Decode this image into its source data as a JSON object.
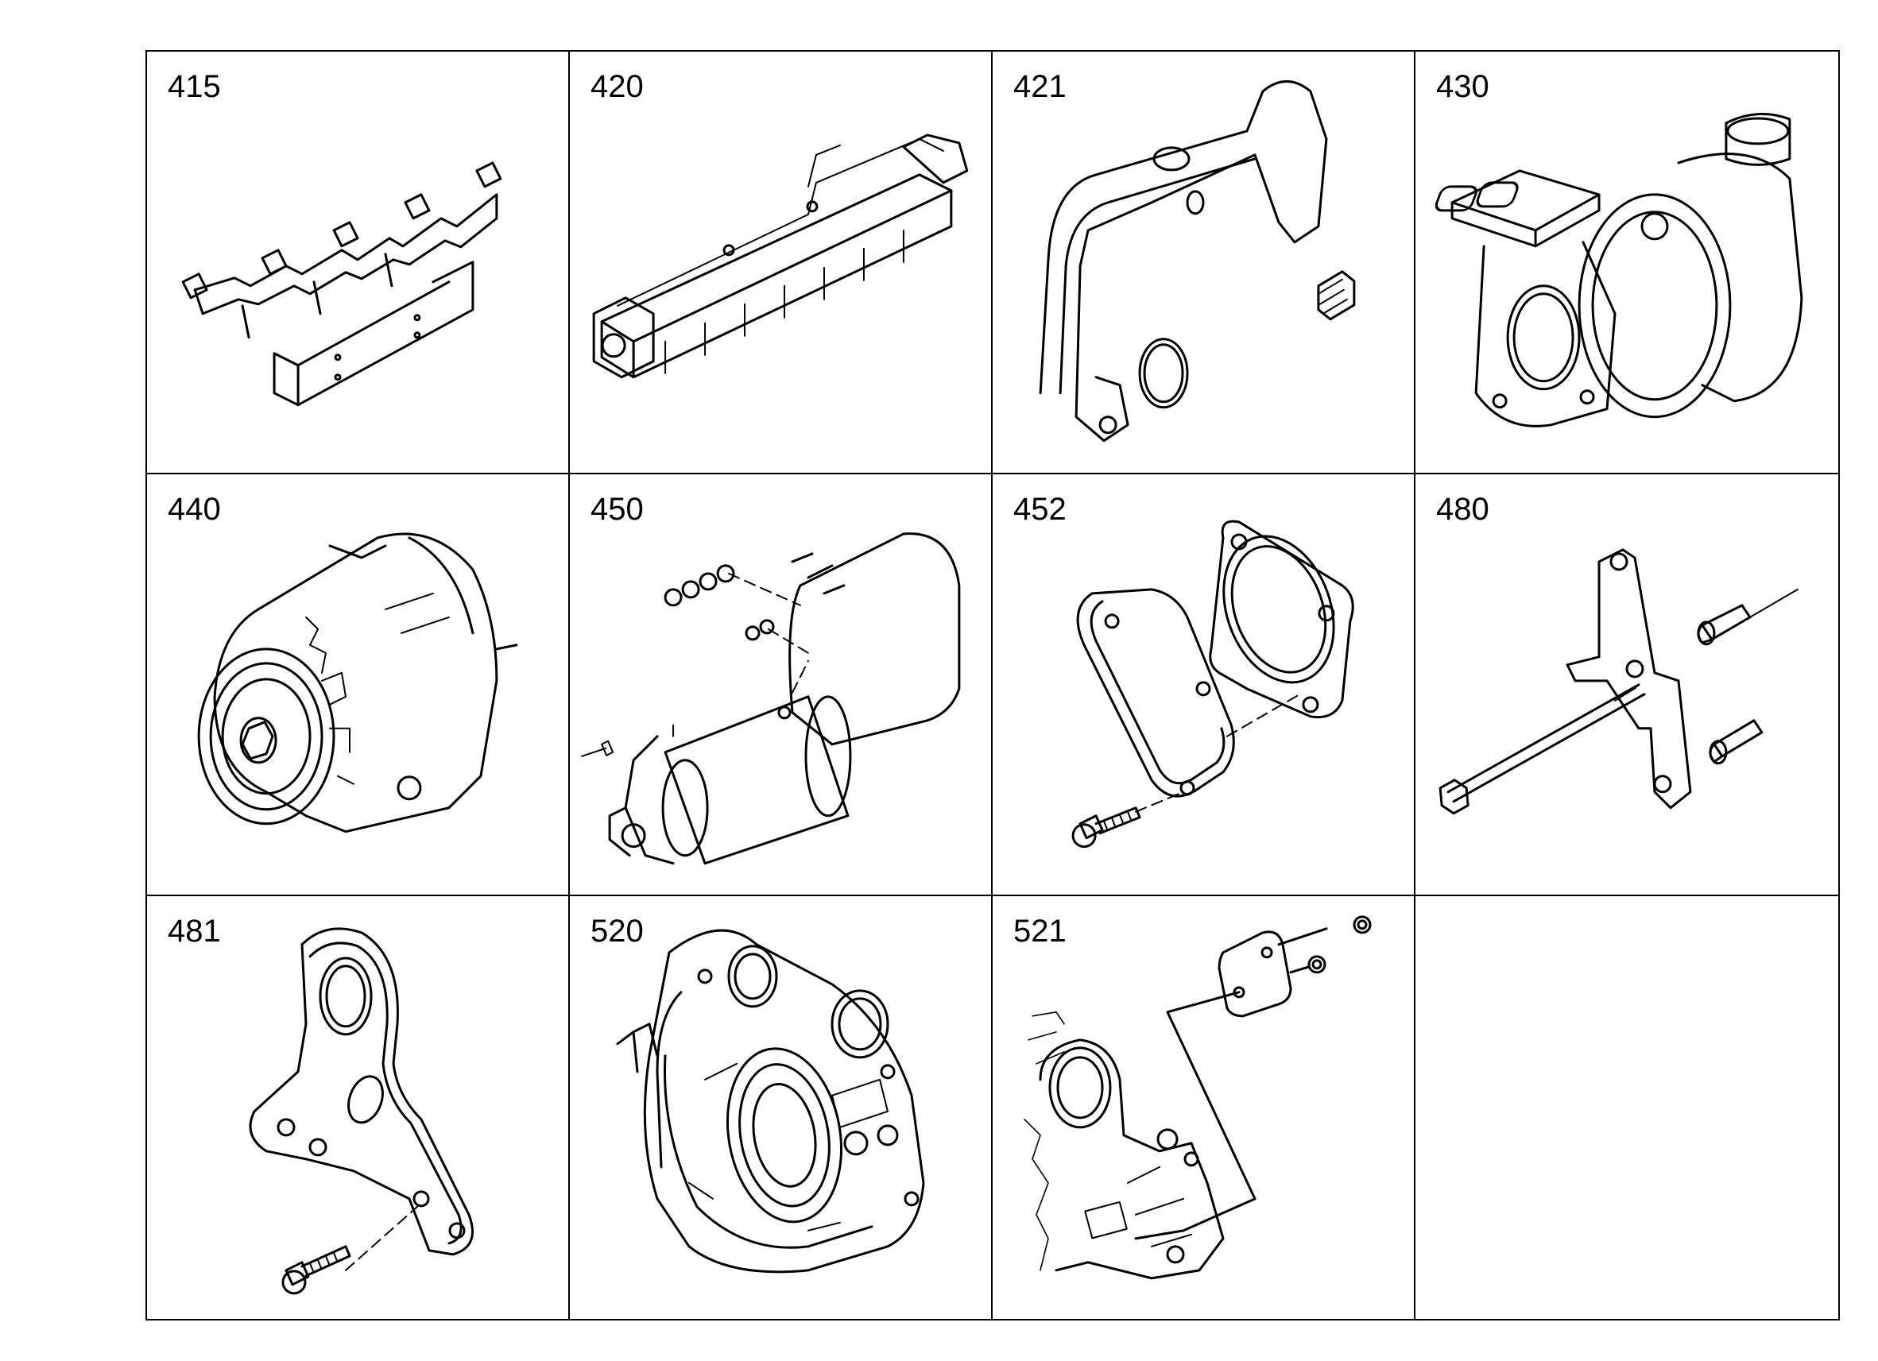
{
  "parts": [
    {
      "number": "415",
      "icon": "exhaust-manifold-icon"
    },
    {
      "number": "420",
      "icon": "egr-cooler-icon"
    },
    {
      "number": "421",
      "icon": "intake-pipe-icon"
    },
    {
      "number": "430",
      "icon": "turbocharger-icon"
    },
    {
      "number": "440",
      "icon": "alternator-icon"
    },
    {
      "number": "450",
      "icon": "starter-motor-icon"
    },
    {
      "number": "452",
      "icon": "cover-plate-gasket-icon"
    },
    {
      "number": "480",
      "icon": "mounting-bracket-icon"
    },
    {
      "number": "481",
      "icon": "support-plate-icon"
    },
    {
      "number": "520",
      "icon": "flywheel-housing-icon"
    },
    {
      "number": "521",
      "icon": "housing-cover-icon"
    },
    {
      "number": "",
      "icon": ""
    }
  ]
}
